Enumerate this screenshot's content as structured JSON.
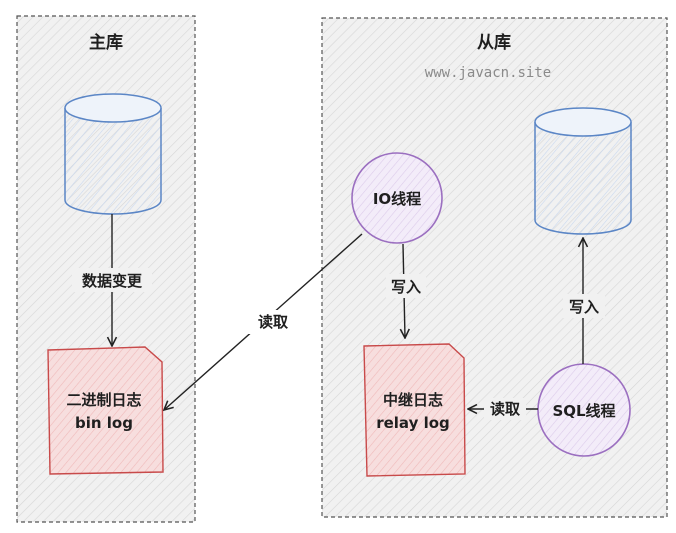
{
  "master": {
    "title": "主库",
    "flow_label": "数据变更",
    "binlog": {
      "line1": "二进制日志",
      "line2": "bin log"
    }
  },
  "slave": {
    "title": "从库",
    "watermark": "www.javacn.site",
    "io_thread": "IO线程",
    "io_write_label": "写入",
    "relaylog": {
      "line1": "中继日志",
      "line2": "relay log"
    },
    "sql_thread": "SQL线程",
    "sql_read_label": "读取",
    "sql_write_label": "写入"
  },
  "cross_read_label": "读取",
  "colors": {
    "cylinder": "#5b86c6",
    "circle": "#9b6fc0",
    "log_box": "#c84a4a",
    "log_box_fill": "#f7dede",
    "arrow": "#222222",
    "container_border": "#555555",
    "container_fill": "#f1f1f1"
  }
}
